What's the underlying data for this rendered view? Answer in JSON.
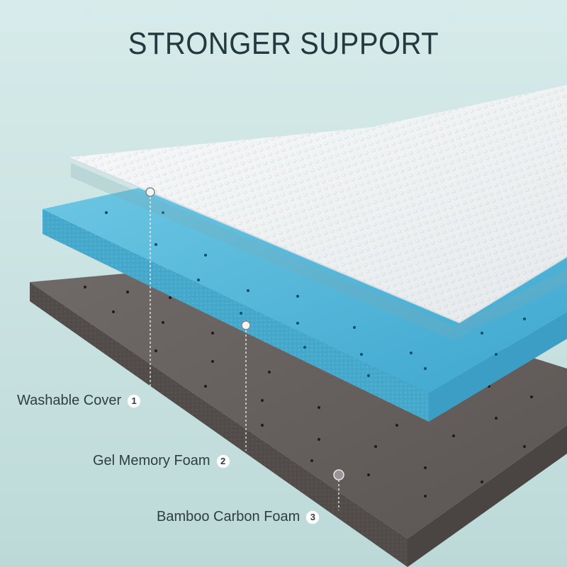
{
  "title": "STRONGER SUPPORT",
  "layers": [
    {
      "label": "Washable Cover",
      "number": "1"
    },
    {
      "label": "Gel Memory Foam",
      "number": "2"
    },
    {
      "label": "Bamboo Carbon Foam",
      "number": "3"
    }
  ],
  "colors": {
    "background": "#c9e2e1",
    "title": "#223a3f",
    "cover": "#f3f5f6",
    "gel_foam": "#4fb3d3",
    "carbon_foam": "#5a5553"
  }
}
